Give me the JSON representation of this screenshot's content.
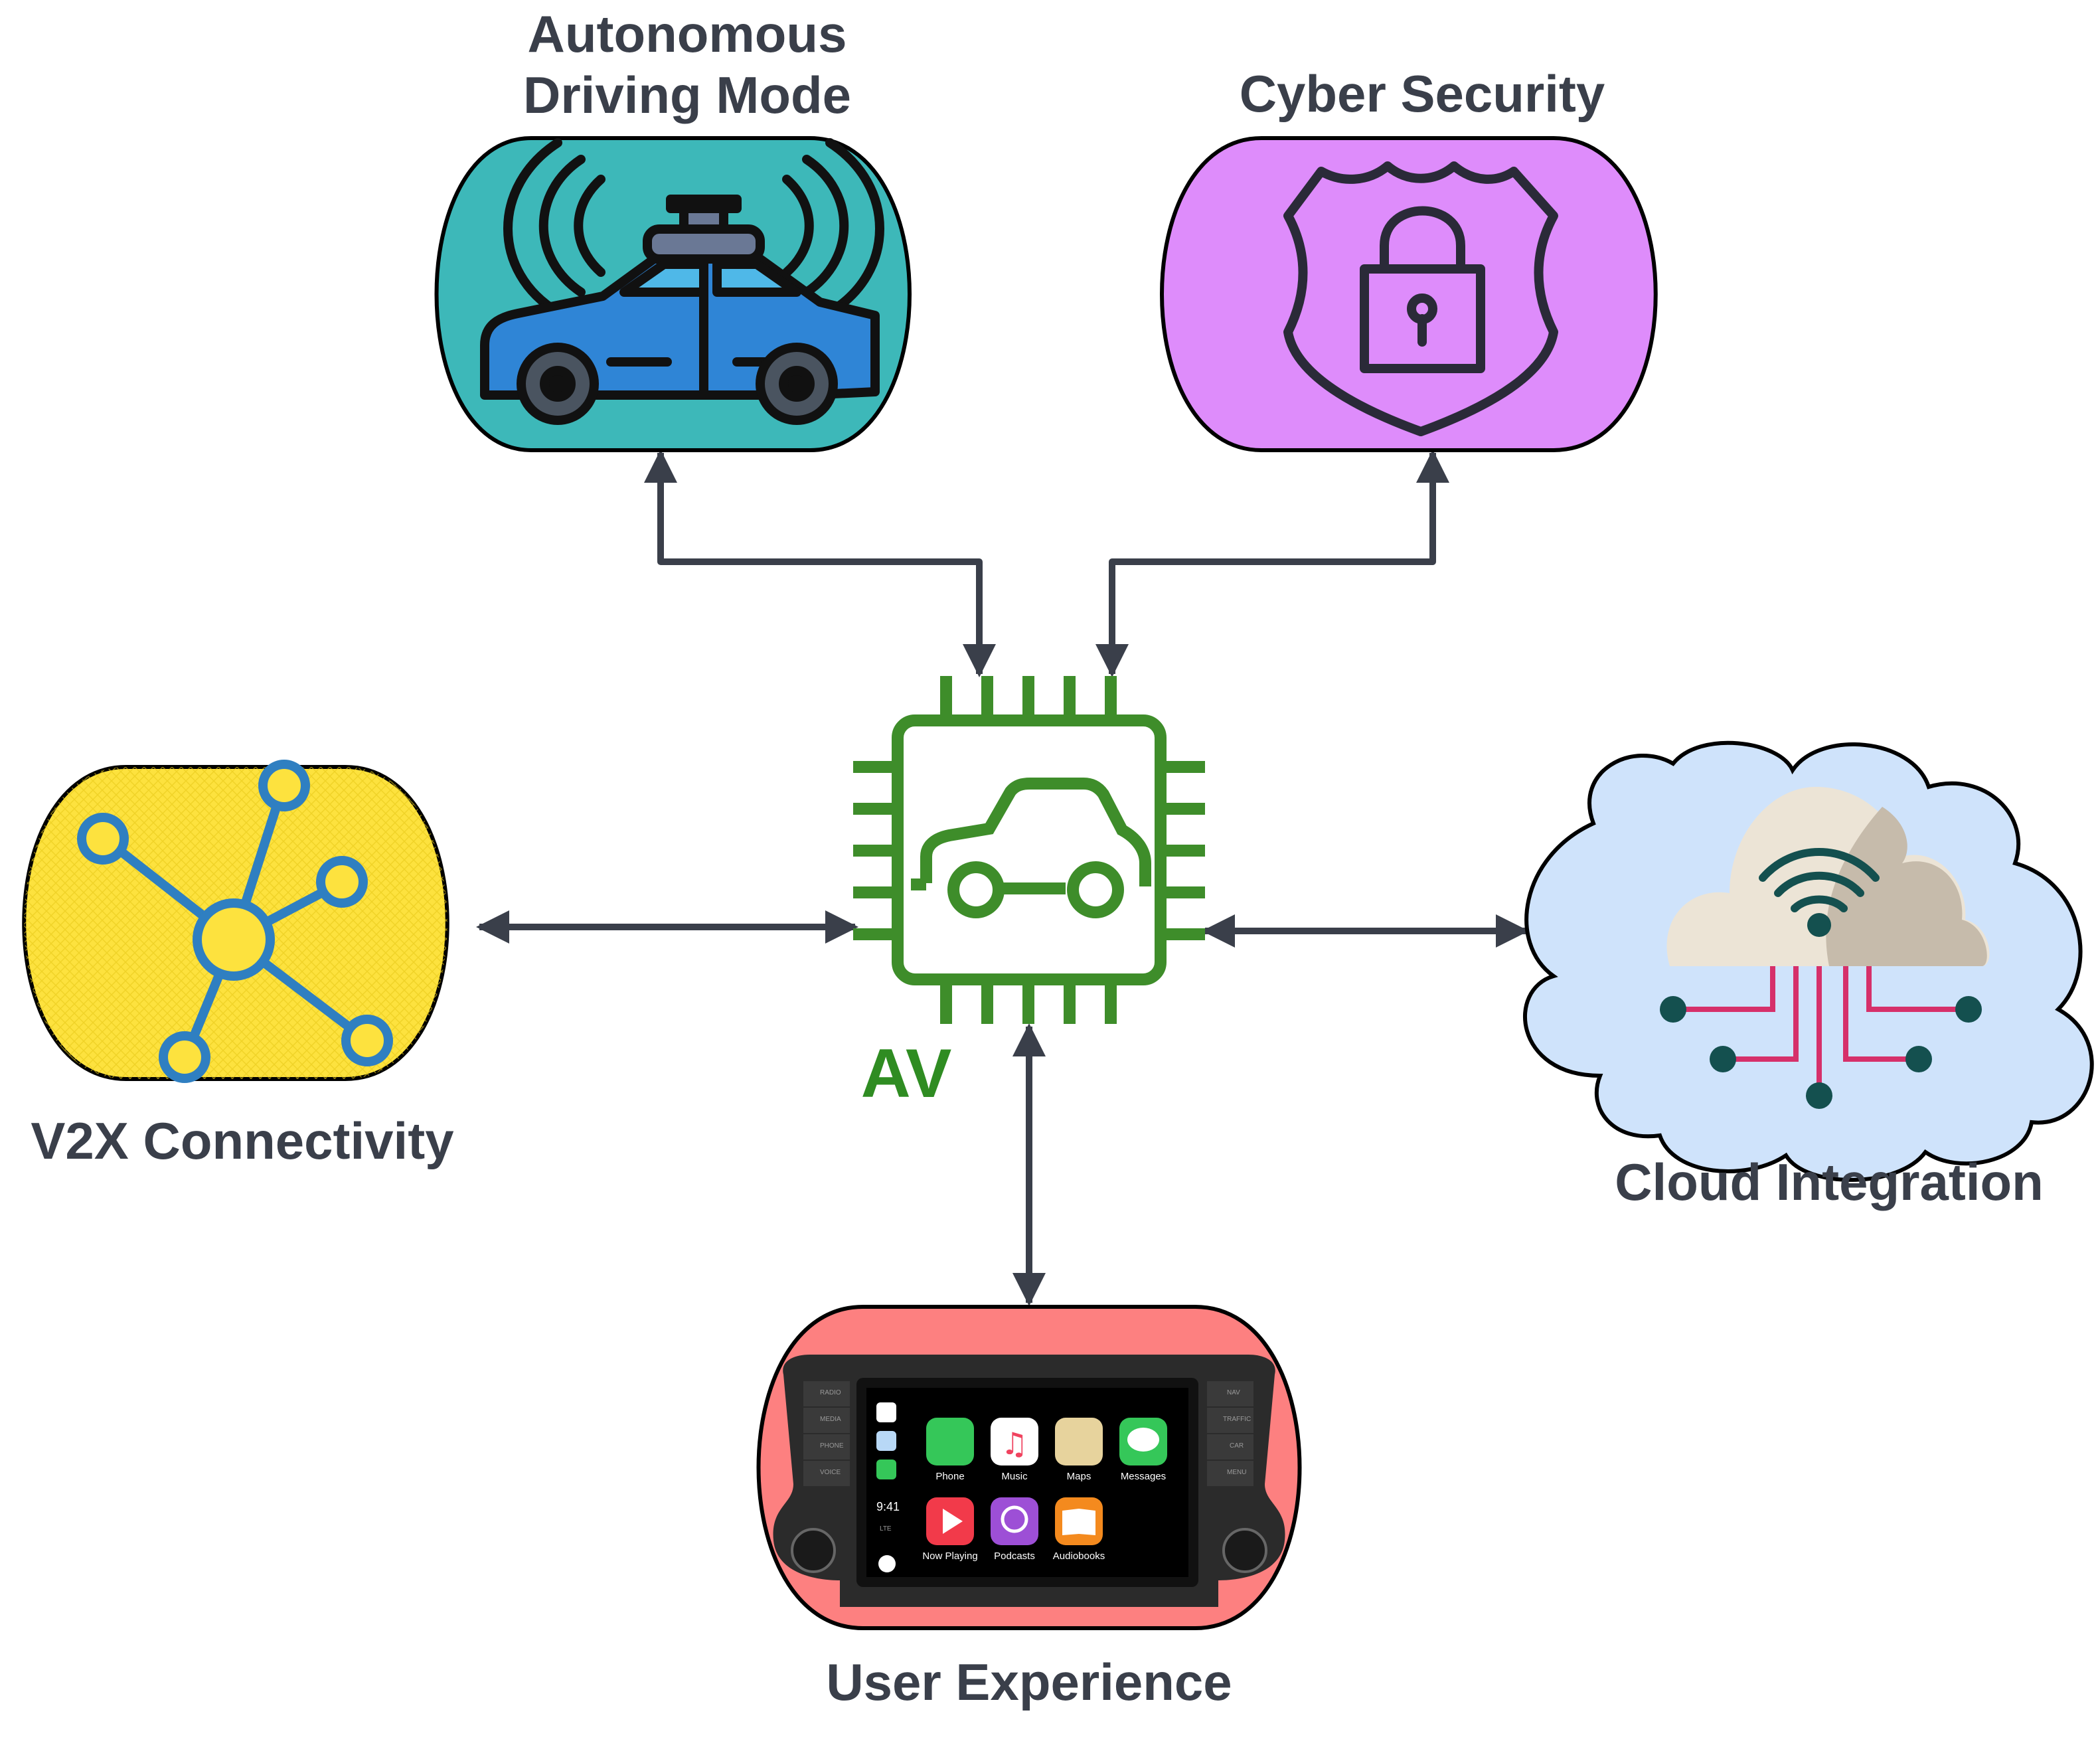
{
  "nodes": {
    "autonomous": {
      "title_line1": "Autonomous",
      "title_line2": "Driving Mode",
      "fill": "#3db8b9"
    },
    "cyber": {
      "title": "Cyber Security",
      "fill": "#de8cfb"
    },
    "v2x": {
      "title": "V2X Connectivity",
      "fill": "#fde23e"
    },
    "cloud": {
      "title": "Cloud Integration",
      "fill": "#cfe3fb"
    },
    "ux": {
      "title": "User Experience",
      "fill": "#fd8080"
    },
    "center": {
      "label": "AV",
      "color": "#3e8d2a"
    }
  },
  "carplay": {
    "apps_row1": [
      "Phone",
      "Music",
      "Maps",
      "Messages"
    ],
    "apps_row2": [
      "Now Playing",
      "Podcasts",
      "Audiobooks"
    ],
    "time": "9:41",
    "network": "LTE",
    "left_buttons": [
      "RADIO",
      "MEDIA",
      "PHONE",
      "VOICE"
    ],
    "right_buttons": [
      "NAV",
      "TRAFFIC",
      "CAR",
      "MENU"
    ]
  },
  "colors": {
    "arrow": "#3a3f4a",
    "outline": "#000000"
  }
}
